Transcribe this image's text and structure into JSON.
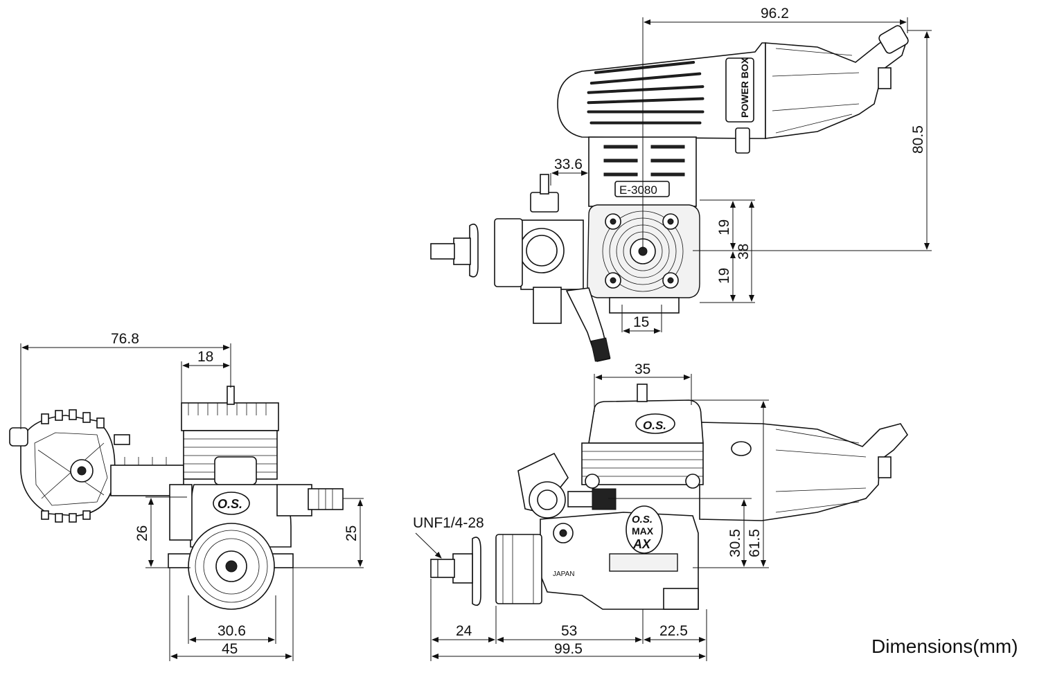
{
  "caption": "Dimensions(mm)",
  "labels": {
    "muffler_brand": "POWER BOX",
    "engine_code": "E-3080",
    "thread_spec": "UNF1/4-28",
    "crankcase_marking": "JAPAN",
    "logo_text": "O.S.",
    "model_badge_1": "MAX",
    "model_badge_2": "AX"
  },
  "dimensions": {
    "top_view": {
      "overall_length": "96.2",
      "prop_to_mount": "33.6",
      "height": "80.5",
      "half_upper": "19",
      "half_lower": "19",
      "mount_width": "38",
      "mount_hole": "15"
    },
    "front_view": {
      "width_overall": "76.8",
      "head_offset": "18",
      "shaft_height_left": "26",
      "shaft_height_right": "25",
      "mount_inner": "30.6",
      "mount_outer": "45"
    },
    "side_view": {
      "head_width": "35",
      "shaft_to_mount": "30.5",
      "total_height": "61.5",
      "prop_shaft": "24",
      "case_length": "53",
      "rear": "22.5",
      "overall": "99.5"
    }
  }
}
